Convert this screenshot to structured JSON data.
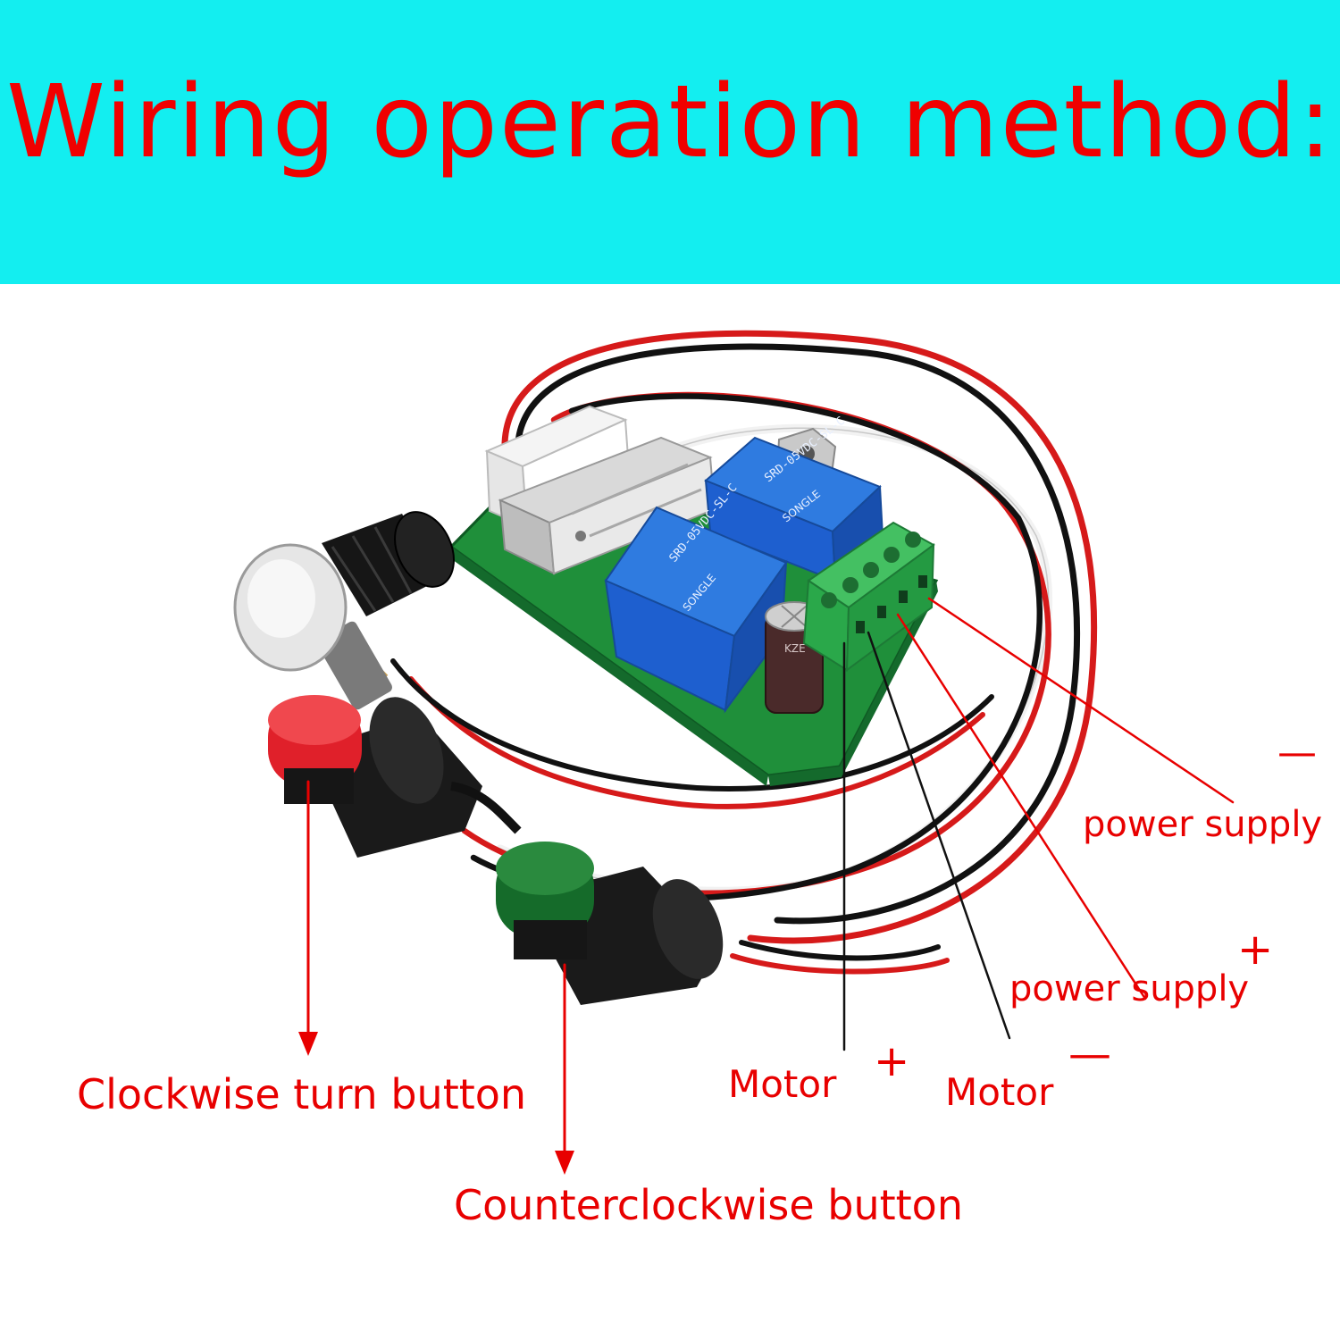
{
  "banner": {
    "title": "Wiring operation method:",
    "bg_color": "#13eef0",
    "text_color": "#f00000"
  },
  "board": {
    "relay_marks": [
      "SONGLE",
      "SRD-05VDC-SL-C"
    ],
    "capacitor_mark": "KZE"
  },
  "labels": {
    "power_minus_symbol": "—",
    "power_minus_text": "power supply",
    "power_plus_symbol": "+",
    "power_plus_text": "power supply",
    "motor_plus_text": "Motor",
    "motor_plus_symbol": "+",
    "motor_minus_text": "Motor",
    "motor_minus_symbol": "—",
    "clockwise": "Clockwise turn button",
    "counterclockwise": "Counterclockwise button"
  },
  "colors": {
    "label": "#e80000",
    "pcb": "#1f8f3a",
    "relay": "#1e5fcf",
    "terminal": "#2aa84a",
    "knob": "#141414",
    "button_red": "#e0202a",
    "button_green": "#156b2a"
  }
}
